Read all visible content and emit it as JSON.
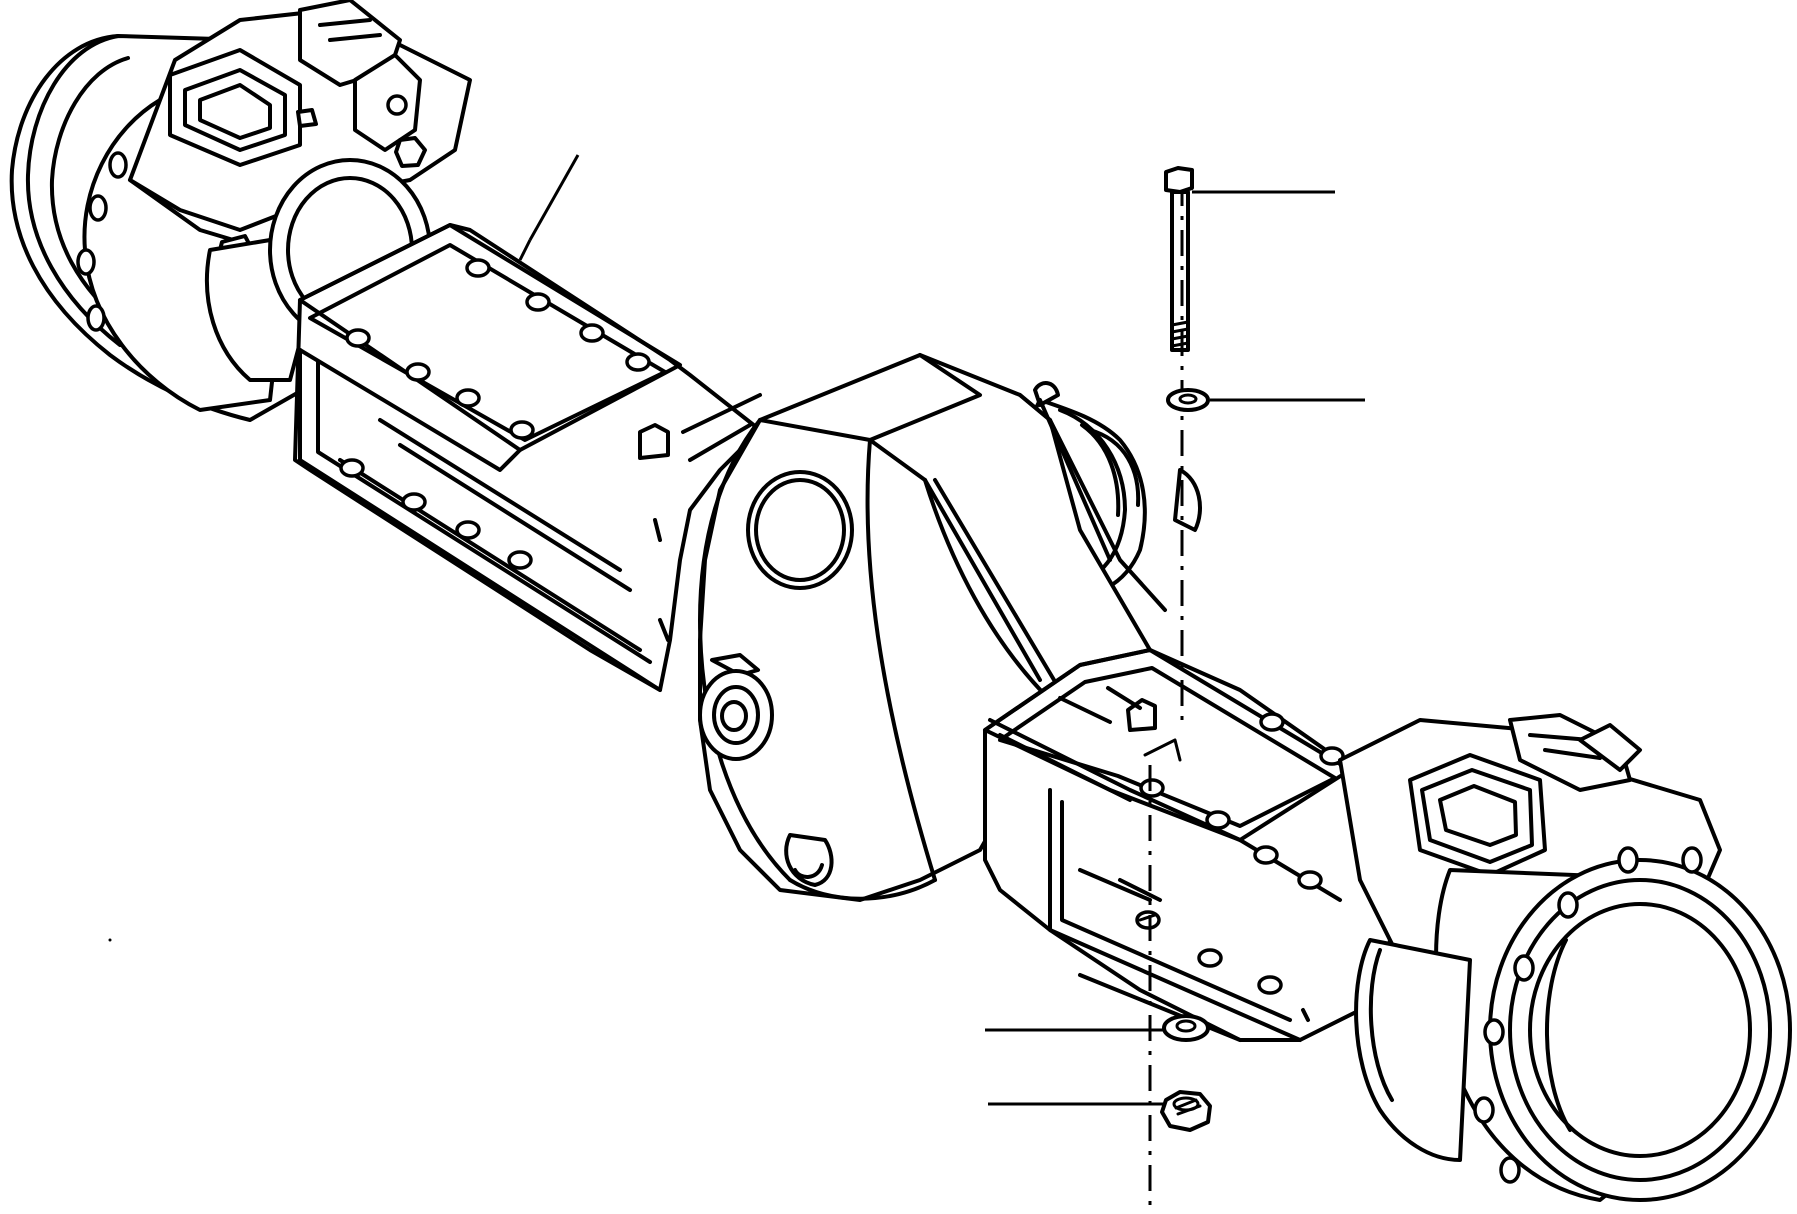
{
  "drawing": {
    "subject": "axle-assembly",
    "line_color": "#000000",
    "background": "#ffffff",
    "callouts": [
      {
        "id": "axle-housing",
        "label": ""
      },
      {
        "id": "bolt",
        "label": ""
      },
      {
        "id": "upper-washer",
        "label": ""
      },
      {
        "id": "lower-washer",
        "label": ""
      },
      {
        "id": "nut",
        "label": ""
      }
    ]
  }
}
